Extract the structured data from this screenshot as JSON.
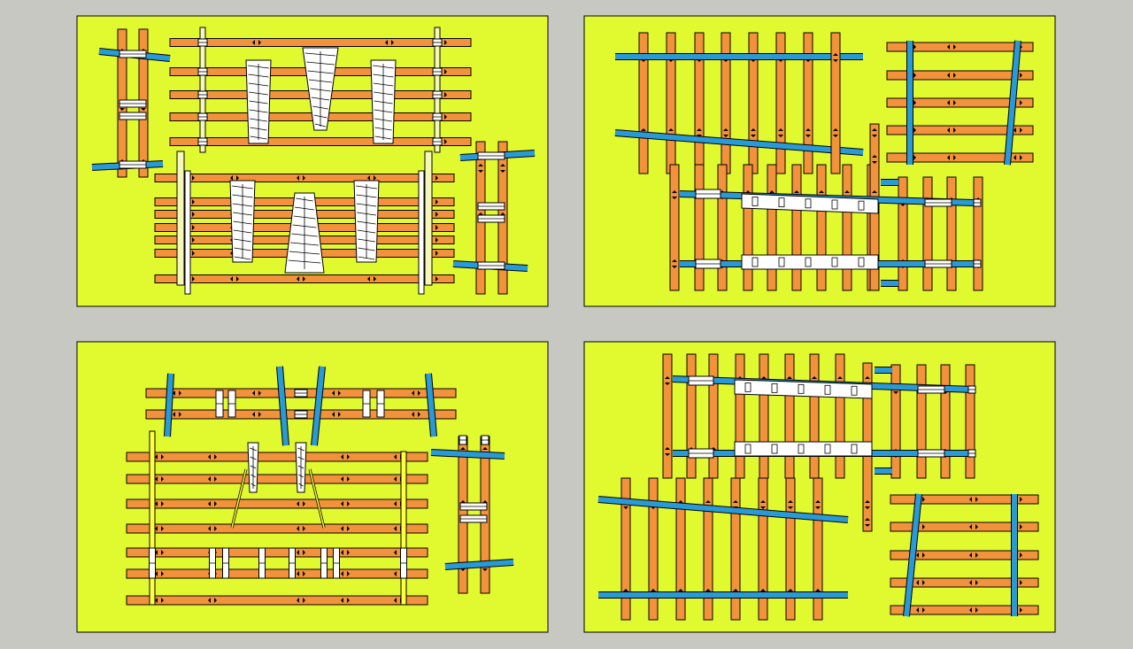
{
  "colors": {
    "background": "#c8c8c3",
    "panel": "#e1fa30",
    "orange": "#f3923c",
    "blue": "#2a9ad6",
    "white": "#ffffff",
    "pale": "#f4f7b8",
    "yellow": "#ffff44",
    "outline": "#000000"
  },
  "panels": [
    {
      "name": "top-left"
    },
    {
      "name": "top-right"
    },
    {
      "name": "bottom-left"
    },
    {
      "name": "bottom-right"
    }
  ]
}
